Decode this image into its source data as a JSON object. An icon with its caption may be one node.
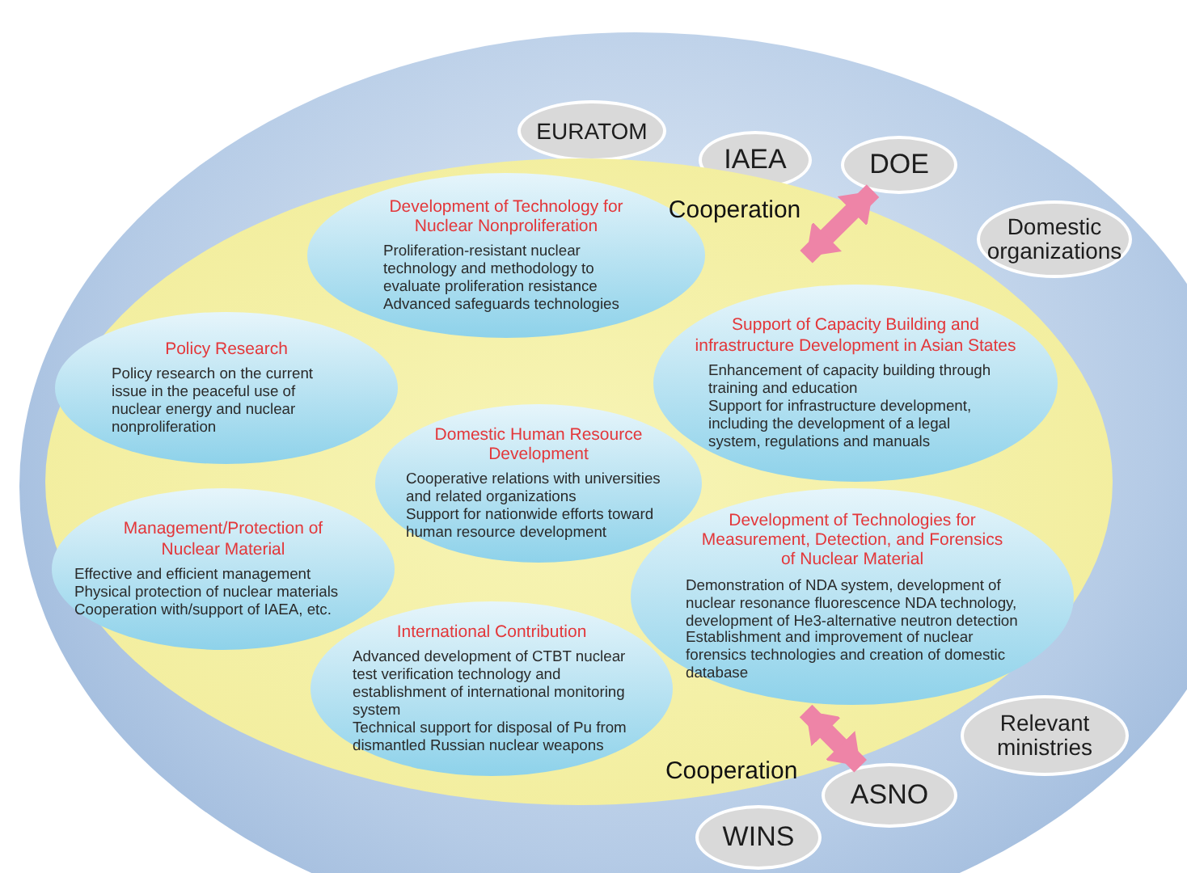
{
  "diagram": {
    "nodes": [
      {
        "text": [],
        "shape": "circle"
      },
      {
        "text": [
          "EURATOM"
        ],
        "in": 0
      },
      {
        "text": [
          "IAEA"
        ],
        "in": 0
      },
      {
        "text": [
          "DOE"
        ],
        "in": 0
      },
      {
        "text": [
          "Domestic organizations"
        ],
        "in": 0
      },
      {
        "text": [],
        "shape": "circle",
        "in": 0
      },
      {
        "text": [
          "Development of Technology for Nuclear Nonproliferation",
          "Proliferation-resistant nuclear technology and methodology to evaluate proliferation resistance",
          "Advanced safeguards technologies"
        ],
        "in": 5
      },
      {
        "text": [
          "Policy Research",
          "Policy research on the current issue in the peaceful use of nuclear energy and nuclear nonproliferation"
        ],
        "in": 5
      },
      {
        "text": [
          "Support of Capacity Building and infrastructure Development in Asian States",
          "Enhancement of capacity building through training and education",
          "Support for infrastructure development, including the development of a legal system, regulations and manuals"
        ],
        "in": 5
      },
      {
        "text": [
          "Domestic Human Resource Development",
          "Cooperative relations with universities and related organizations",
          "Support for nationwide efforts toward human resource development"
        ],
        "in": 5
      },
      {
        "text": [
          "Management/Protection of Nuclear Material",
          "Effective and efficient management",
          "Physical protection of nuclear materials",
          "Cooperation with/support of IAEA, etc."
        ],
        "in": 5
      },
      {
        "text": [
          "Development of Technologies for Measurement, Detection, and Forensics of Nuclear Material",
          "Demonstration of NDA system, development of nuclear resonance fluorescence NDA technology, development of He3-alternative neutron detection",
          "Establishment and improvement of nuclear forensics technologies and creation of domestic database"
        ],
        "in": 5
      },
      {
        "text": [
          "International Contribution",
          "Advanced development of CTBT nuclear test verification technology and establishment of international monitoring system",
          "Technical support for disposal of Pu from dismantled Russian nuclear weapons"
        ],
        "in": 5
      },
      {
        "text": [
          "Relevant ministries"
        ],
        "in": 0
      },
      {
        "text": [
          "ASNO"
        ],
        "in": 0
      },
      {
        "text": [
          "WINS"
        ],
        "in": 0
      }
    ],
    "edges": [
      {
        "from": 5,
        "to": 3,
        "arrow": "both",
        "label": "Cooperation"
      },
      {
        "from": 5,
        "to": 14,
        "arrow": "both",
        "label": "Cooperation"
      }
    ]
  }
}
